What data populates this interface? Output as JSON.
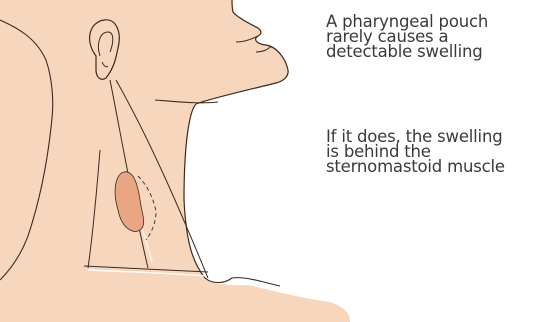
{
  "captions": {
    "first": {
      "lines": [
        "A pharyngeal pouch",
        "rarely causes a",
        "detectable swelling"
      ]
    },
    "second": {
      "lines": [
        "If it does, the swelling",
        "is behind the",
        "sternomastoid muscle"
      ]
    }
  },
  "colors": {
    "skin": "#f6d6bc",
    "skin_shadow": "#efc7a8",
    "outline": "#3a2a22",
    "pouch": "#eaa583",
    "text": "#3a3a3a",
    "background": "#ffffff"
  }
}
